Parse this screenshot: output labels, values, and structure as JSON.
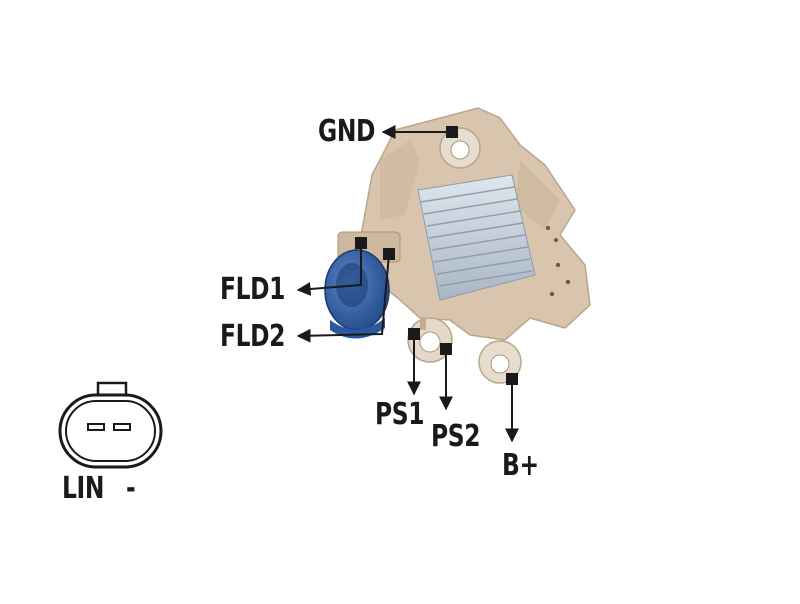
{
  "labels": {
    "gnd": "GND",
    "fld1": "FLD1",
    "fld2": "FLD2",
    "ps1": "PS1",
    "ps2": "PS2",
    "bplus": "B+"
  },
  "connector": {
    "label_left": "LIN",
    "label_right": "-"
  },
  "colors": {
    "housing": "#d9c5ad",
    "heatsink": "#bcc7d3",
    "plug": "#2e5fa8",
    "line": "#1a1a1a"
  }
}
